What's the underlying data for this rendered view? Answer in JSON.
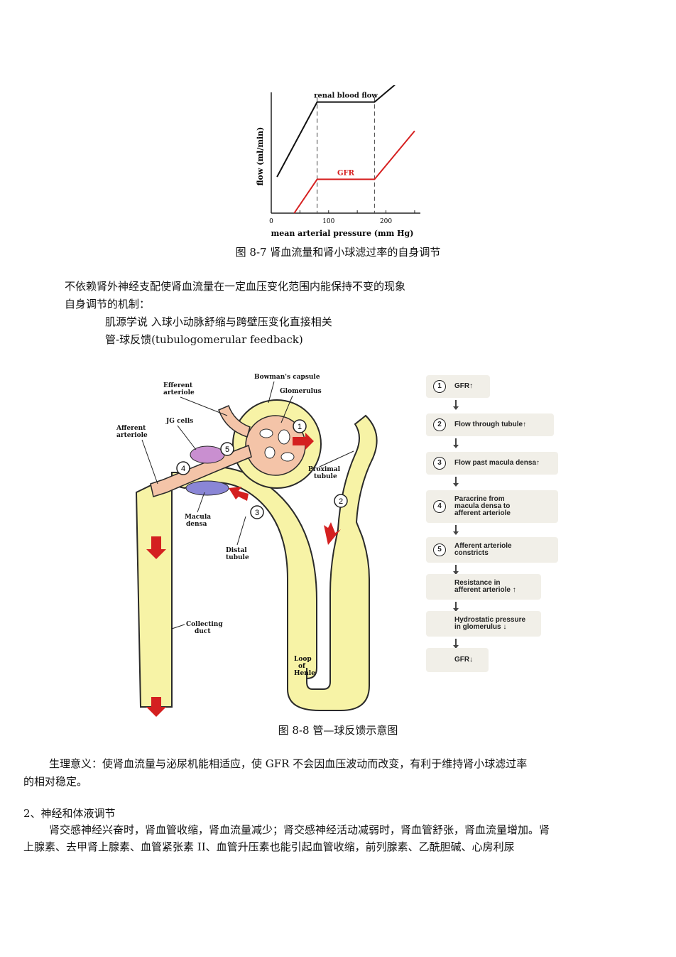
{
  "figure1": {
    "caption": "图 8-7 肾血流量和肾小球滤过率的自身调节",
    "chart_data": {
      "type": "line",
      "title": "",
      "xlabel": "mean arterial pressure (mm Hg)",
      "ylabel": "flow (ml/min)",
      "xticks": [
        "0",
        "100",
        "200"
      ],
      "xlim": [
        0,
        260
      ],
      "ylim": [
        0,
        100
      ],
      "reference_lines_x": [
        80,
        180
      ],
      "series": [
        {
          "name": "renal blood flow",
          "color": "#111111",
          "x": [
            10,
            80,
            180,
            220
          ],
          "y": [
            30,
            92,
            92,
            108
          ]
        },
        {
          "name": "GFR",
          "color": "#d62020",
          "x": [
            40,
            80,
            180,
            250
          ],
          "y": [
            0,
            28,
            28,
            68
          ]
        }
      ]
    }
  },
  "text1": {
    "definition": "不依赖肾外神经支配使肾血流量在一定血压变化范围内能保持不变的现象",
    "mechanism_title": "自身调节的机制：",
    "mechanism_1": "肌源学说 入球小动脉舒缩与跨壁压变化直接相关",
    "mechanism_2": "管-球反馈(tubulogomerular feedback)"
  },
  "figure2": {
    "caption": "图 8-8 管—球反馈示意图",
    "labels": {
      "bowmans_capsule": "Bowman's capsule",
      "glomerulus": "Glomerulus",
      "efferent_1": "Efferent",
      "efferent_2": "arteriole",
      "afferent_1": "Afferent",
      "afferent_2": "arteriole",
      "jg_cells": "JG cells",
      "macula_1": "Macula",
      "macula_2": "densa",
      "proximal_1": "Proximal",
      "proximal_2": "tubule",
      "distal_1": "Distal",
      "distal_2": "tubule",
      "collecting_1": "Collecting",
      "collecting_2": "duct",
      "loop_1": "Loop",
      "loop_2": "of",
      "loop_3": "Henle",
      "n1": "1",
      "n2": "2",
      "n3": "3",
      "n4": "4",
      "n5": "5"
    },
    "flow": [
      {
        "num": "1",
        "label": "GFR↑"
      },
      {
        "num": "2",
        "label": "Flow through tubule↑"
      },
      {
        "num": "3",
        "label": "Flow past macula densa↑"
      },
      {
        "num": "4",
        "label": "Paracrine from\nmacula densa to\nafferent arteriole"
      },
      {
        "num": "5",
        "label": "Afferent arteriole\nconstricts"
      },
      {
        "num": "",
        "label": "Resistance in\nafferent arteriole ↑"
      },
      {
        "num": "",
        "label": "Hydrostatic pressure\nin glomerulus ↓"
      },
      {
        "num": "",
        "label": "GFR↓"
      }
    ]
  },
  "text2": {
    "significance_1": "生理意义：使肾血流量与泌尿机能相适应，使 GFR 不会因血压波动而改变，有利于维持肾小球滤过率",
    "significance_2": "的相对稳定。",
    "section_title": "2、神经和体液调节",
    "para_1": "肾交感神经兴奋时，肾血管收缩，肾血流量减少；肾交感神经活动减弱时，肾血管舒张，肾血流量增加。肾",
    "para_2": "上腺素、去甲肾上腺素、血管紧张素 II、血管升压素也能引起血管收缩，前列腺素、乙酰胆碱、心房利尿"
  }
}
